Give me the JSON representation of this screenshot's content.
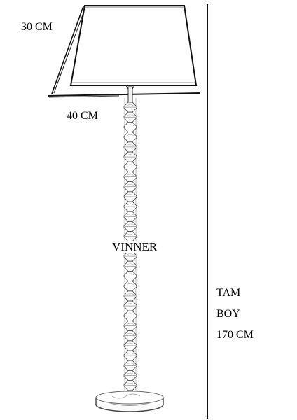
{
  "labels": {
    "shade_height": "30 CM",
    "shade_width": "40 CM",
    "brand": "VINNER",
    "total_line1": "TAM",
    "total_line2": "BOY",
    "total_line3": "170 CM"
  },
  "colors": {
    "line": "#000000",
    "glass_outline": "#555555",
    "glass_highlight": "#d9d9d9",
    "background": "#ffffff"
  }
}
